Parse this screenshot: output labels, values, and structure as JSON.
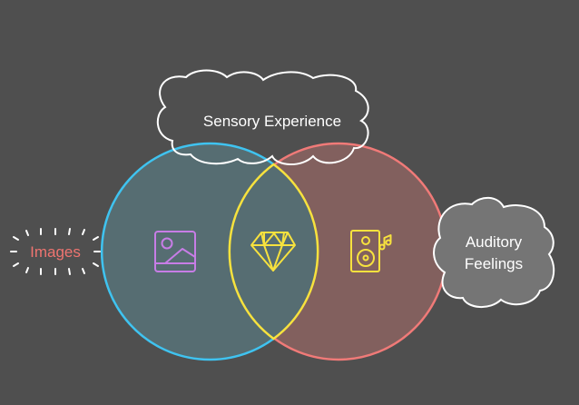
{
  "title": "Sensory Experience",
  "left_set": {
    "label": "Images",
    "icon": "image-icon"
  },
  "intersection": {
    "icon": "diamond-icon"
  },
  "right_set": {
    "label": "Auditory Feelings",
    "label_lines": [
      "Auditory",
      "Feelings"
    ],
    "icon": "speaker-music-icon"
  },
  "colors": {
    "background": "#4f4f4f",
    "left_fill": "#566d72",
    "left_stroke": "#3fc3f0",
    "right_fill": "#82605e",
    "right_stroke": "#f07a78",
    "intersection_stroke": "#f7e23e",
    "images_text": "#ef7470",
    "image_icon": "#c77de6",
    "cloud_gray": "#757575"
  }
}
